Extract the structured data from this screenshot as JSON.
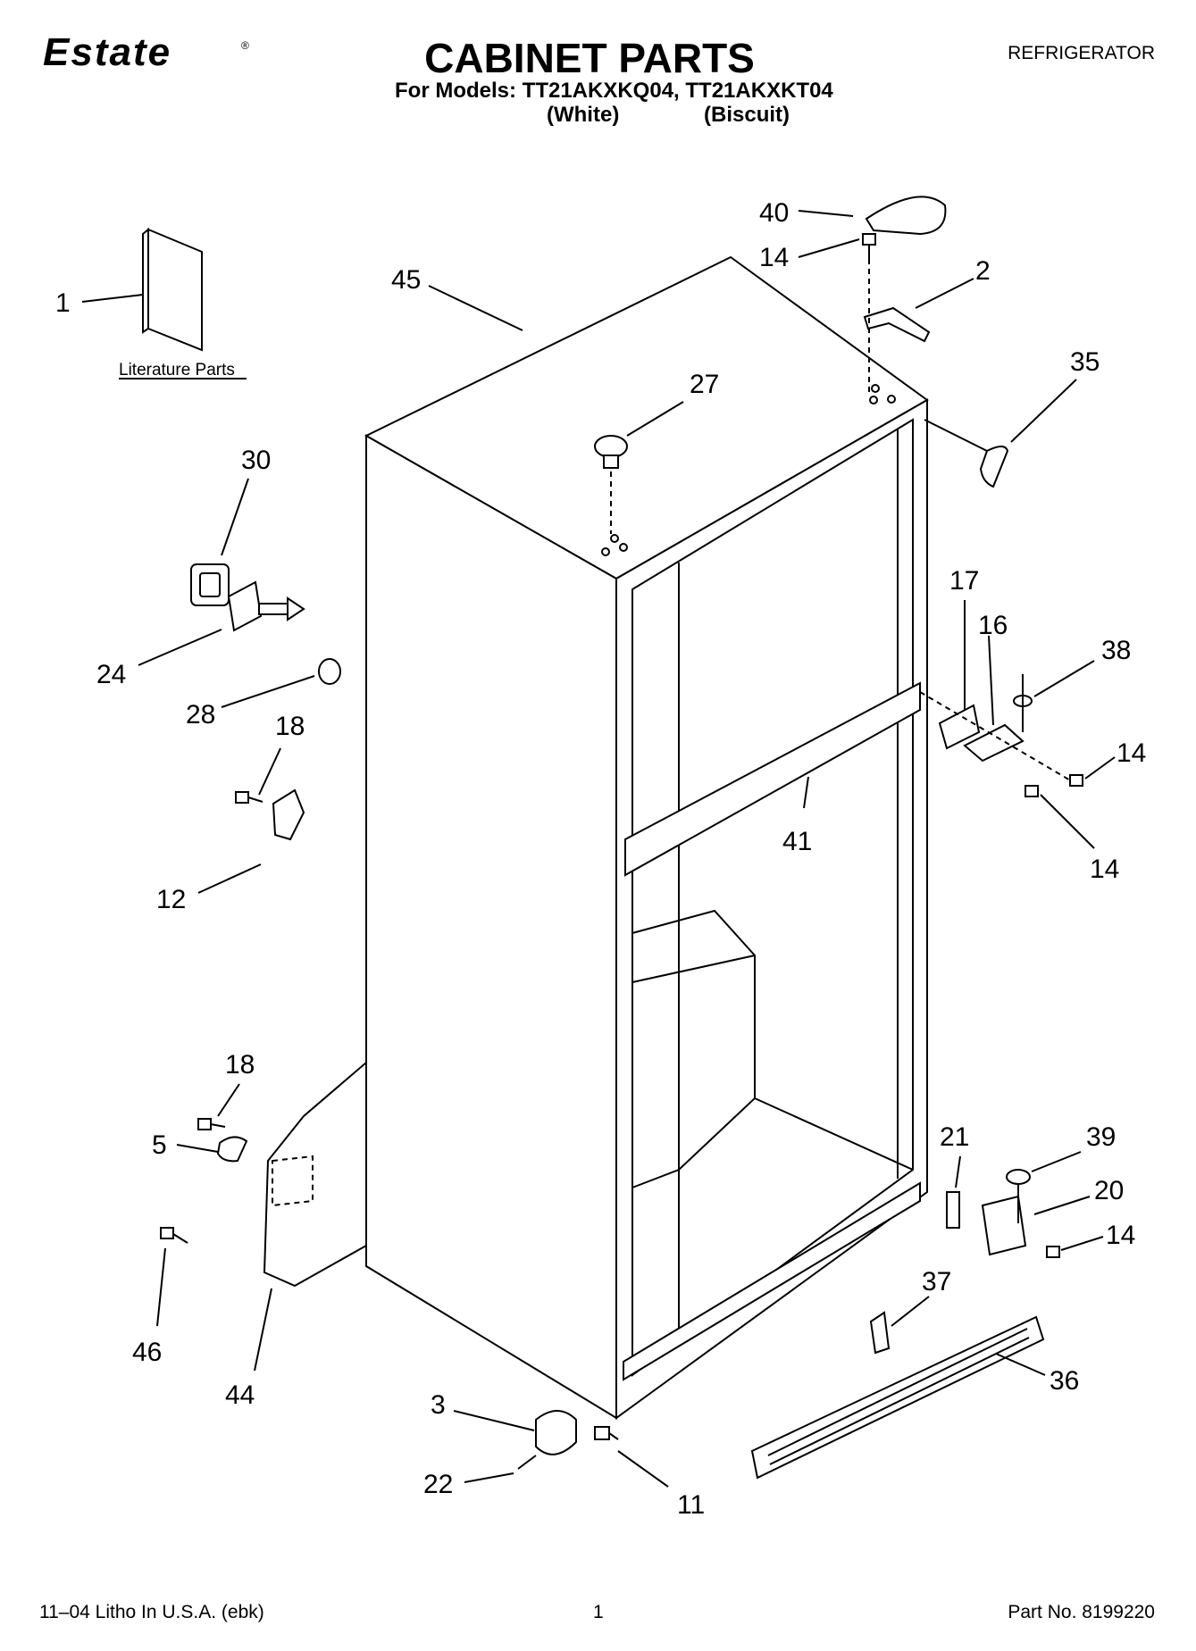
{
  "header": {
    "brand": "Estate",
    "brand_mark": "®",
    "title": "CABINET PARTS",
    "category": "REFRIGERATOR",
    "models": "For Models: TT21AKXKQ04, TT21AKXKT04",
    "variant_1": "(White)",
    "variant_2": "(Biscuit)"
  },
  "diagram": {
    "literature_label": "Literature Parts",
    "callouts": [
      "1",
      "45",
      "40",
      "14",
      "2",
      "35",
      "27",
      "30",
      "24",
      "28",
      "18",
      "12",
      "17",
      "16",
      "38",
      "14",
      "41",
      "14",
      "18",
      "5",
      "46",
      "44",
      "21",
      "39",
      "20",
      "14",
      "37",
      "36",
      "3",
      "22",
      "11"
    ]
  },
  "footer": {
    "litho": "11–04 Litho In U.S.A. (ebk)",
    "page": "1",
    "part_no": "Part No. 8199220"
  }
}
